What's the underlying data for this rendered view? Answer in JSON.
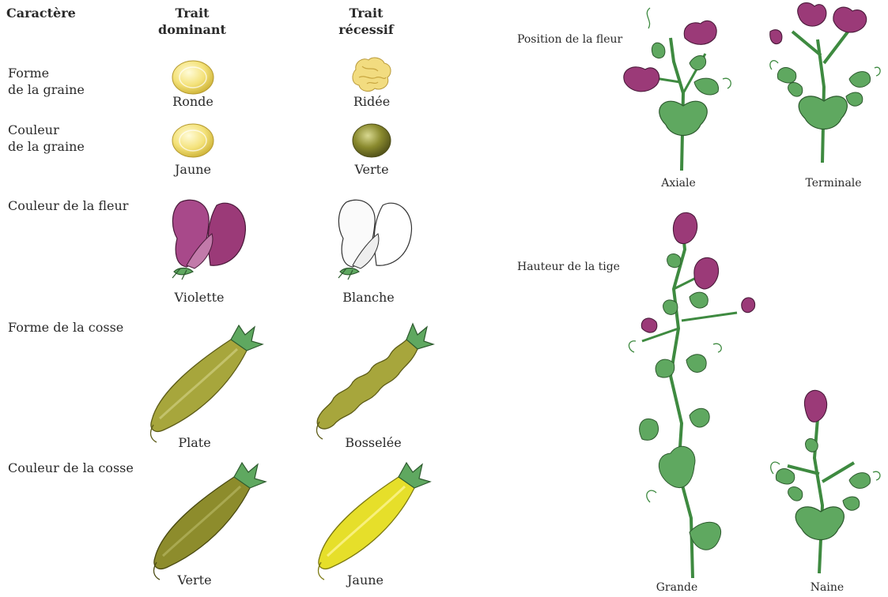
{
  "headers": {
    "character": "Caractère",
    "dominant_line1": "Trait",
    "dominant_line2": "dominant",
    "recessive_line1": "Trait",
    "recessive_line2": "récessif"
  },
  "rows": [
    {
      "label_line1": "Forme",
      "label_line2": "de la graine",
      "dominant": "Ronde",
      "recessive": "Ridée"
    },
    {
      "label_line1": "Couleur",
      "label_line2": "de la graine",
      "dominant": "Jaune",
      "recessive": "Verte"
    },
    {
      "label": "Couleur de la fleur",
      "dominant": "Violette",
      "recessive": "Blanche"
    },
    {
      "label": "Forme de la cosse",
      "dominant": "Plate",
      "recessive": "Bosselée"
    },
    {
      "label": "Couleur de la cosse",
      "dominant": "Verte",
      "recessive": "Jaune"
    }
  ],
  "right": {
    "flower_position": {
      "label": "Position de la fleur",
      "dominant": "Axiale",
      "recessive": "Terminale"
    },
    "stem_height": {
      "label": "Hauteur de la tige",
      "dominant": "Grande",
      "recessive": "Naine"
    }
  },
  "colors": {
    "seed_yellow": "#f4e27a",
    "seed_green": "#8a8a2e",
    "flower_purple": "#9b3a78",
    "pod_green": "#a7a63c",
    "pod_yellow": "#e6df2a",
    "leaf_green": "#5fa860"
  }
}
